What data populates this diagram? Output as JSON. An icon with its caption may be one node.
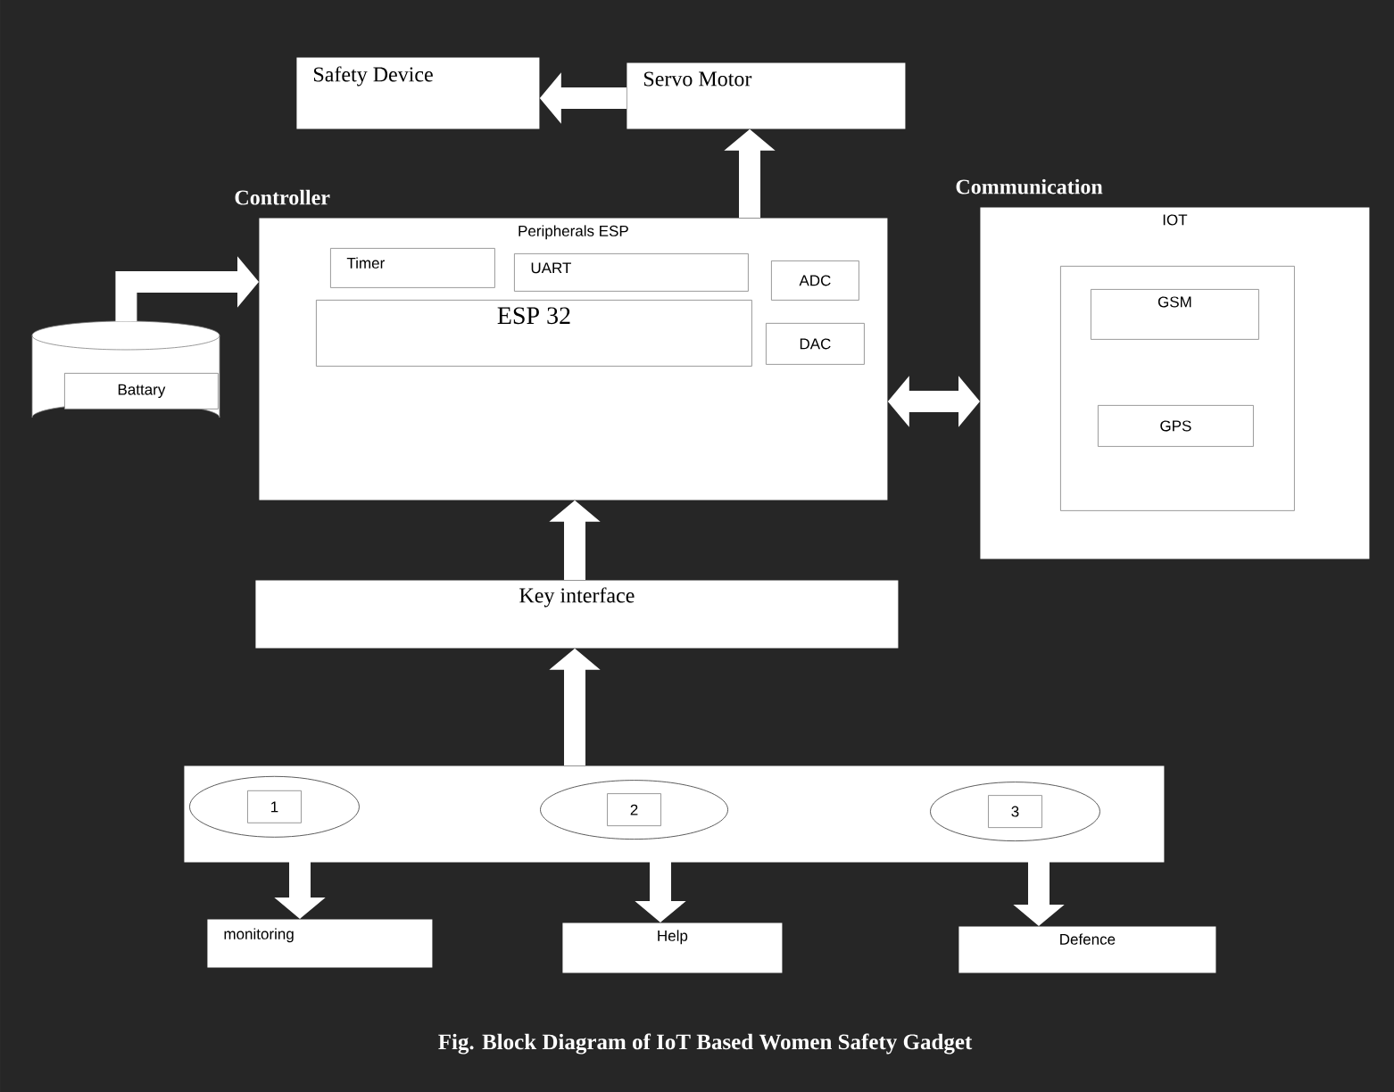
{
  "diagram": {
    "caption": "Fig. Block Diagram of IoT Based Women Safety Gadget",
    "nodes": [
      {
        "text": [
          "Safety Device"
        ]
      },
      {
        "text": [
          "Servo Motor"
        ]
      },
      {
        "text": [
          "Controller",
          "Peripherals ESP"
        ]
      },
      {
        "text": [
          "Timer"
        ],
        "in": 2
      },
      {
        "text": [
          "UART"
        ],
        "in": 2
      },
      {
        "text": [
          "ADC"
        ],
        "in": 2
      },
      {
        "text": [
          "ESP 32"
        ],
        "in": 2
      },
      {
        "text": [
          "DAC"
        ],
        "in": 2
      },
      {
        "text": [
          "Battary"
        ]
      },
      {
        "text": [
          "Communication",
          "IOT"
        ]
      },
      {
        "text": [],
        "shape": "box",
        "in": 9
      },
      {
        "text": [
          "GSM"
        ],
        "in": 10
      },
      {
        "text": [
          "GPS"
        ],
        "in": 10
      },
      {
        "text": [
          "Key interface"
        ]
      },
      {
        "text": [],
        "shape": "box"
      },
      {
        "text": [
          "1"
        ],
        "in": 14
      },
      {
        "text": [
          "2"
        ],
        "in": 14
      },
      {
        "text": [
          "3"
        ],
        "in": 14
      },
      {
        "text": [
          "monitoring"
        ]
      },
      {
        "text": [
          "Help"
        ]
      },
      {
        "text": [
          "Defence"
        ]
      }
    ],
    "edges": [
      {
        "from": 1,
        "to": 0,
        "arrow": "to"
      },
      {
        "from": 2,
        "to": 1,
        "arrow": "to"
      },
      {
        "from": 8,
        "to": 2,
        "arrow": "to"
      },
      {
        "from": 2,
        "to": 9,
        "arrow": "both"
      },
      {
        "from": 13,
        "to": 2,
        "arrow": "to"
      },
      {
        "from": 14,
        "to": 13,
        "arrow": "to"
      },
      {
        "from": 15,
        "to": 18,
        "arrow": "to"
      },
      {
        "from": 16,
        "to": 19,
        "arrow": "to"
      },
      {
        "from": 17,
        "to": 20,
        "arrow": "to"
      }
    ]
  }
}
